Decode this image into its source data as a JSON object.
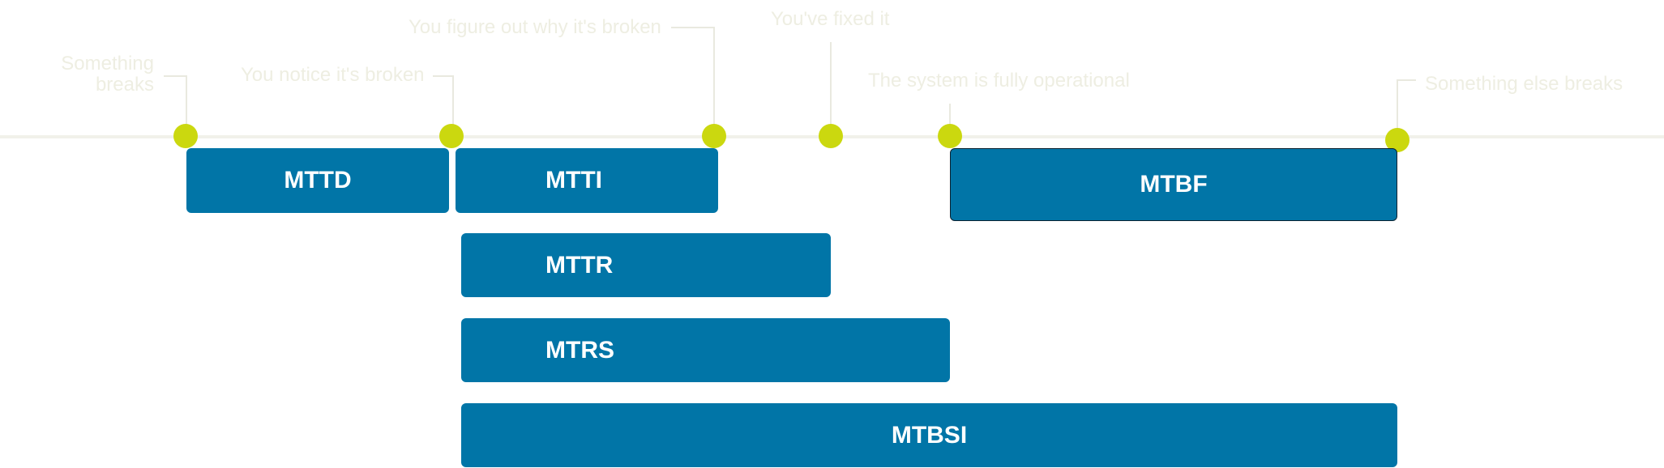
{
  "events": {
    "something_breaks": "Something breaks",
    "notice_broken": "You notice it's broken",
    "figure_out": "You figure out why it's broken",
    "fixed": "You've fixed it",
    "fully_operational": "The system is fully operational",
    "something_else_breaks": "Something else breaks"
  },
  "metrics": {
    "mttd": "MTTD",
    "mtti": "MTTI",
    "mttr": "MTTR",
    "mtrs": "MTRS",
    "mtbf": "MTBF",
    "mtbsi": "MTBSI"
  },
  "colors": {
    "bar": "#0175a7",
    "milestone": "#cbd80f",
    "label": "#eeeee2",
    "timeline": "#f1f1ea"
  }
}
